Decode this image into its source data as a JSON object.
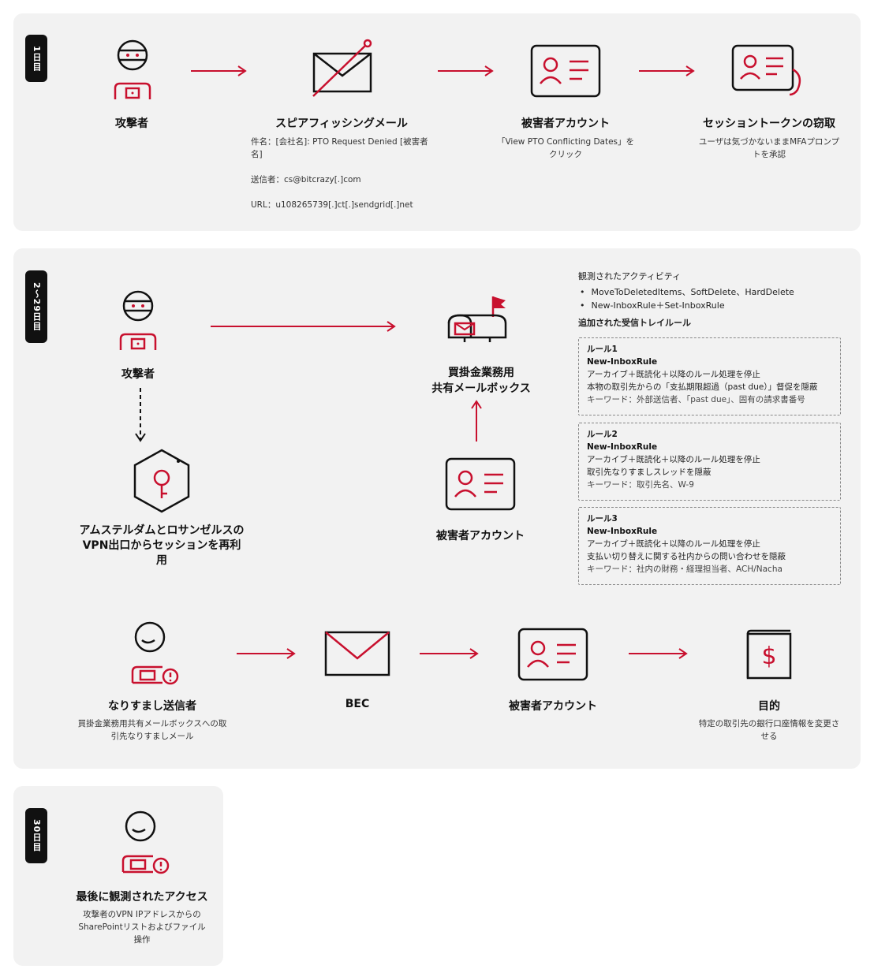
{
  "day1": {
    "tag": "1日目",
    "attacker": "攻撃者",
    "spear": {
      "title": "スピアフィッシングメール",
      "subject": "件名：[会社名]: PTO Request Denied [被害者名]",
      "sender": "送信者：cs@bitcrazy[.]com",
      "url": "URL：u108265739[.]ct[.]sendgrid[.]net"
    },
    "victim": {
      "title": "被害者アカウント",
      "desc": "「View PTO Conflicting Dates」をクリック"
    },
    "token": {
      "title": "セッショントークンの窃取",
      "desc": "ユーザは気づかないままMFAプロンプトを承認"
    }
  },
  "day2": {
    "tag": "2～29日目",
    "attacker": "攻撃者",
    "vpn": "アムステルダムとロサンゼルスのVPN出口からセッションを再利用",
    "mailbox_line1": "買掛金業務用",
    "mailbox_line2": "共有メールボックス",
    "victim": "被害者アカウント",
    "activity_heading": "観測されたアクティビティ",
    "activities": [
      "MoveToDeletedItems、SoftDelete、HardDelete",
      "New-InboxRule＋Set-InboxRule"
    ],
    "rules_heading": "追加された受信トレイルール",
    "rules": [
      {
        "name": "ルール1",
        "type": "New-InboxRule",
        "line1": "アーカイブ＋既読化＋以降のルール処理を停止",
        "line2": "本物の取引先からの「支払期限超過（past due）」督促を隠蔽",
        "keywords": "キーワード：外部送信者、「past due」、固有の請求書番号"
      },
      {
        "name": "ルール2",
        "type": "New-InboxRule",
        "line1": "アーカイブ＋既読化＋以降のルール処理を停止",
        "line2": "取引先なりすましスレッドを隠蔽",
        "keywords": "キーワード：取引先名、W-9"
      },
      {
        "name": "ルール3",
        "type": "New-InboxRule",
        "line1": "アーカイブ＋既読化＋以降のルール処理を停止",
        "line2": "支払い切り替えに関する社内からの問い合わせを隠蔽",
        "keywords": "キーワード：社内の財務・経理担当者、ACH/Nacha"
      }
    ],
    "impersonator": {
      "title": "なりすまし送信者",
      "desc": "買掛金業務用共有メールボックスへの取引先なりすましメール"
    },
    "bec": "BEC",
    "victim2": "被害者アカウント",
    "goal": {
      "title": "目的",
      "desc": "特定の取引先の銀行口座情報を変更させる"
    }
  },
  "day30": {
    "tag": "30日目",
    "title": "最後に観測されたアクセス",
    "desc": "攻撃者のVPN IPアドレスからのSharePointリストおよびファイル操作"
  },
  "colors": {
    "accent": "#c8102e",
    "ink": "#111111",
    "panel": "#f2f2f2"
  }
}
